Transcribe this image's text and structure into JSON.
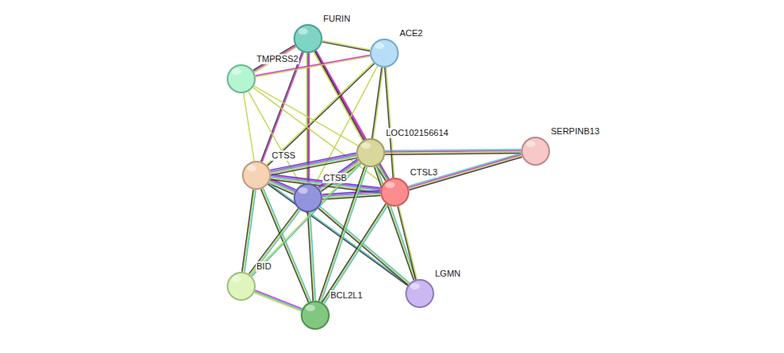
{
  "diagram": {
    "nodes": [
      {
        "text": [
          "FURIN"
        ]
      },
      {
        "text": [
          "ACE2"
        ]
      },
      {
        "text": [
          "TMPRSS2"
        ]
      },
      {
        "text": [
          "LOC102156614"
        ]
      },
      {
        "text": [
          "SERPINB13"
        ]
      },
      {
        "text": [
          "CTSS"
        ]
      },
      {
        "text": [
          "CTSB"
        ]
      },
      {
        "text": [
          "CTSL3"
        ]
      },
      {
        "text": [
          "BID"
        ]
      },
      {
        "text": [
          "BCL2L1"
        ]
      },
      {
        "text": [
          "LGMN"
        ]
      }
    ],
    "edges": [
      {
        "from": 0,
        "to": 1,
        "arrow": "none"
      },
      {
        "from": 0,
        "to": 2,
        "arrow": "none"
      },
      {
        "from": 0,
        "to": 5,
        "arrow": "none"
      },
      {
        "from": 0,
        "to": 6,
        "arrow": "none"
      },
      {
        "from": 0,
        "to": 7,
        "arrow": "none"
      },
      {
        "from": 0,
        "to": 3,
        "arrow": "none"
      },
      {
        "from": 1,
        "to": 2,
        "arrow": "none"
      },
      {
        "from": 1,
        "to": 3,
        "arrow": "none"
      },
      {
        "from": 1,
        "to": 7,
        "arrow": "none"
      },
      {
        "from": 1,
        "to": 5,
        "arrow": "none"
      },
      {
        "from": 1,
        "to": 6,
        "arrow": "none"
      },
      {
        "from": 2,
        "to": 5,
        "arrow": "none"
      },
      {
        "from": 2,
        "to": 3,
        "arrow": "none"
      },
      {
        "from": 2,
        "to": 7,
        "arrow": "none"
      },
      {
        "from": 2,
        "to": 6,
        "arrow": "none"
      },
      {
        "from": 3,
        "to": 4,
        "arrow": "none"
      },
      {
        "from": 7,
        "to": 4,
        "arrow": "none"
      },
      {
        "from": 5,
        "to": 6,
        "arrow": "none"
      },
      {
        "from": 5,
        "to": 3,
        "arrow": "none"
      },
      {
        "from": 5,
        "to": 7,
        "arrow": "none"
      },
      {
        "from": 5,
        "to": 8,
        "arrow": "none"
      },
      {
        "from": 5,
        "to": 9,
        "arrow": "none"
      },
      {
        "from": 5,
        "to": 10,
        "arrow": "none"
      },
      {
        "from": 6,
        "to": 3,
        "arrow": "none"
      },
      {
        "from": 6,
        "to": 7,
        "arrow": "none"
      },
      {
        "from": 6,
        "to": 8,
        "arrow": "none"
      },
      {
        "from": 6,
        "to": 9,
        "arrow": "none"
      },
      {
        "from": 6,
        "to": 10,
        "arrow": "none"
      },
      {
        "from": 3,
        "to": 7,
        "arrow": "none"
      },
      {
        "from": 3,
        "to": 9,
        "arrow": "none"
      },
      {
        "from": 3,
        "to": 10,
        "arrow": "none"
      },
      {
        "from": 3,
        "to": 8,
        "arrow": "none"
      },
      {
        "from": 7,
        "to": 9,
        "arrow": "none"
      },
      {
        "from": 7,
        "to": 10,
        "arrow": "none"
      },
      {
        "from": 8,
        "to": 9,
        "arrow": "none"
      }
    ]
  }
}
